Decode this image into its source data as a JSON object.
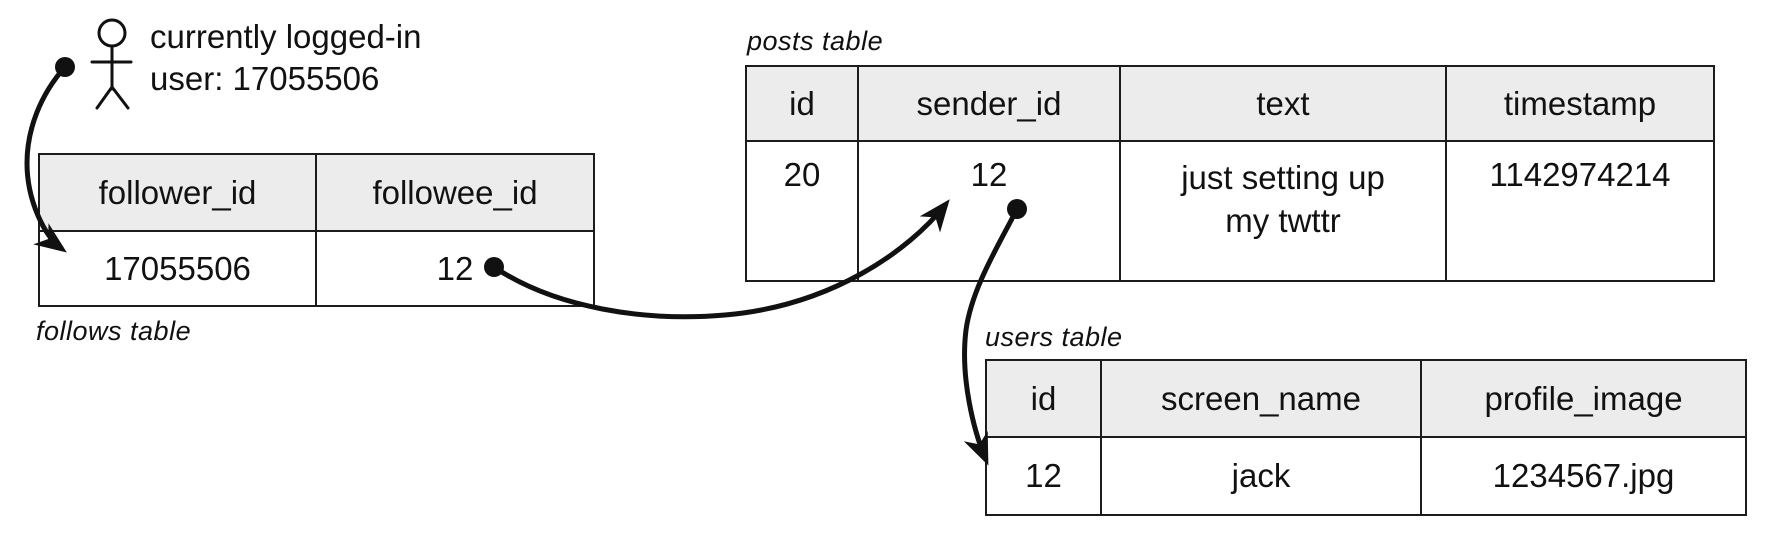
{
  "figure": {
    "icon": "stick-figure-person-icon",
    "caption_line1": "currently logged-in",
    "caption_line2": "user: 17055506"
  },
  "tables": {
    "follows": {
      "label": "follows table",
      "columns": [
        "follower_id",
        "followee_id"
      ],
      "rows": [
        [
          "17055506",
          "12"
        ]
      ]
    },
    "posts": {
      "label": "posts table",
      "columns": [
        "id",
        "sender_id",
        "text",
        "timestamp"
      ],
      "rows": [
        [
          "20",
          "12",
          "just setting up my twttr",
          "1142974214"
        ]
      ]
    },
    "users": {
      "label": "users table",
      "columns": [
        "id",
        "screen_name",
        "profile_image"
      ],
      "rows": [
        [
          "12",
          "jack",
          "1234567.jpg"
        ]
      ]
    }
  },
  "arrows": [
    {
      "from": "logged-in user",
      "to": "follows.follower_id = 17055506"
    },
    {
      "from": "follows.followee_id = 12",
      "to": "posts.sender_id = 12"
    },
    {
      "from": "posts.sender_id = 12",
      "to": "users.id = 12"
    }
  ],
  "colors": {
    "header_bg": "#ececec",
    "line": "#111111",
    "border": "#1c1c1c",
    "background": "#ffffff"
  }
}
